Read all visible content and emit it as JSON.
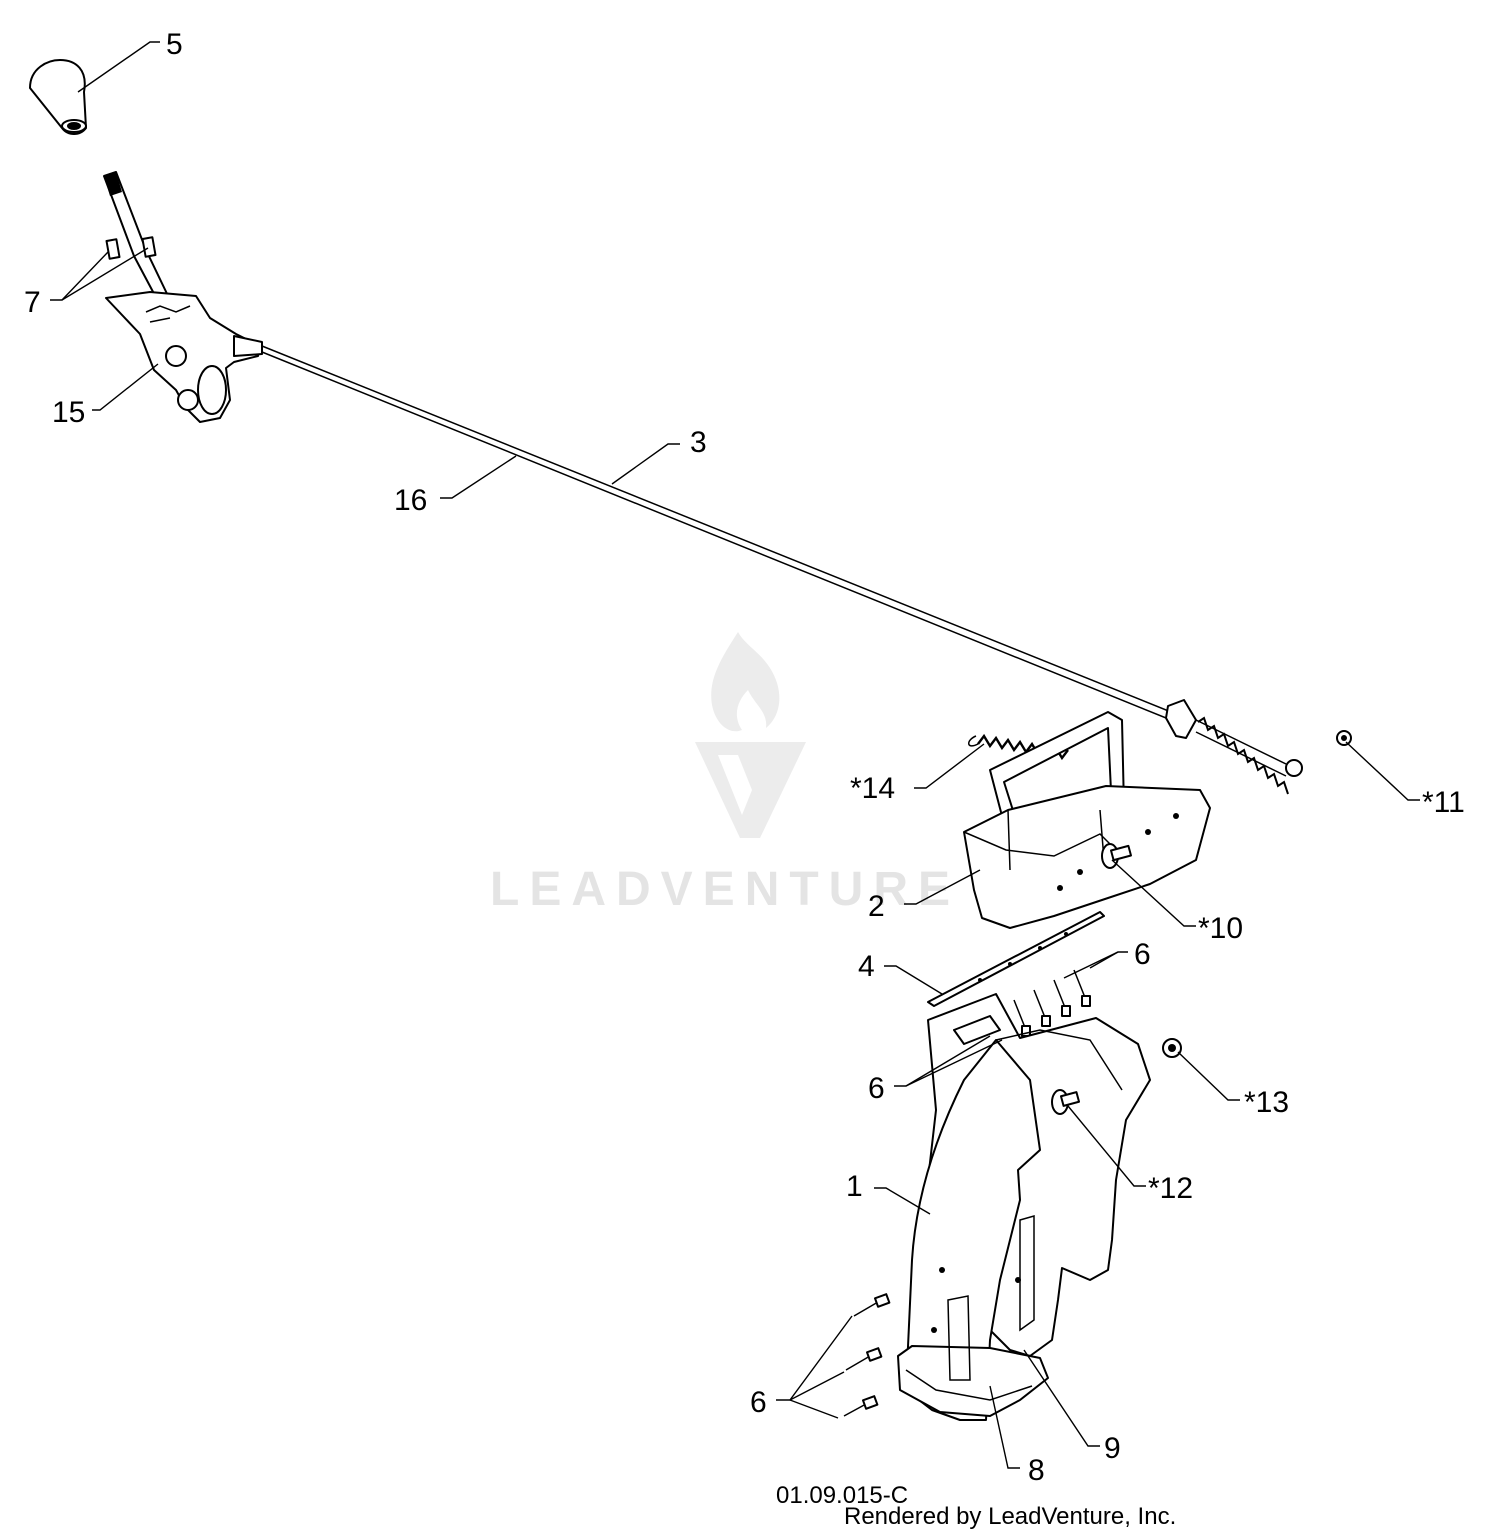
{
  "callouts": {
    "p5": "5",
    "p7": "7",
    "p15": "15",
    "p3": "3",
    "p16": "16",
    "p14": "*14",
    "p11": "*11",
    "p2": "2",
    "p10": "*10",
    "p4": "4",
    "p6_a": "6",
    "p6_b": "6",
    "p13": "*13",
    "p12": "*12",
    "p1": "1",
    "p6_c": "6",
    "p9": "9",
    "p8": "8"
  },
  "drawing_number": "01.09.015-C",
  "credit": "Rendered by LeadVenture, Inc.",
  "watermark": {
    "text": "LEADVENTURE",
    "logo": "leadventure-flame-icon",
    "color": "#e4e4e4"
  }
}
